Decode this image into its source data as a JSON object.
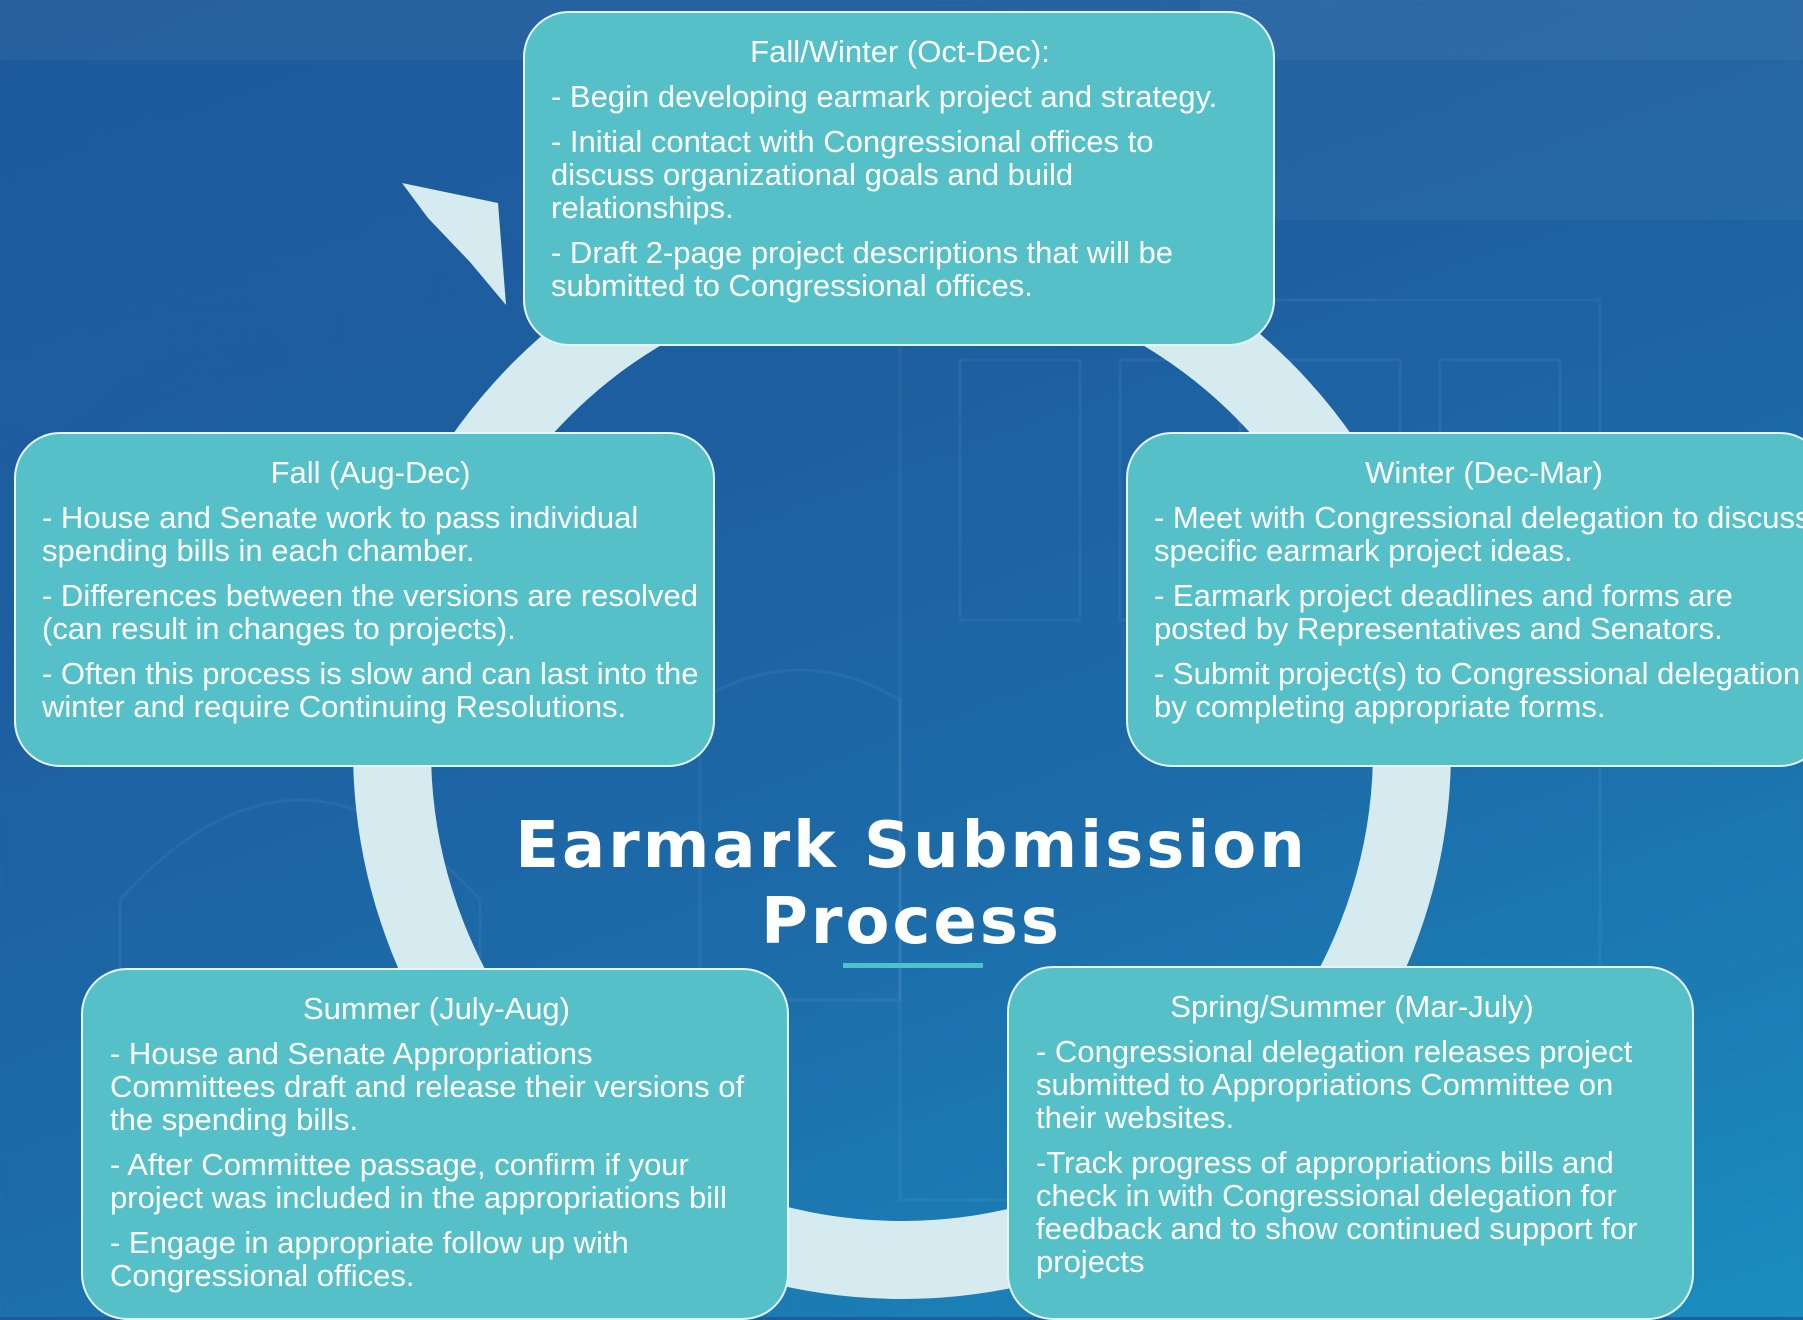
{
  "title": {
    "line1": "Earmark Submission",
    "line2": "Process"
  },
  "colors": {
    "background": "#1e5a9c",
    "card": "#56c0c9",
    "ring": "#d6ebef",
    "accent_underline": "#4cc3cc"
  },
  "stages": {
    "fall_winter": {
      "heading": "Fall/Winter (Oct-Dec):",
      "bullets": [
        "- Begin developing earmark project and strategy.",
        "- Initial contact with Congressional offices to discuss organizational goals and build relationships.",
        "- Draft 2-page project descriptions that will be submitted to Congressional offices."
      ]
    },
    "winter": {
      "heading": "Winter (Dec-Mar)",
      "bullets": [
        "- Meet with Congressional delegation to discuss specific earmark project ideas.",
        "- Earmark project deadlines and forms are posted by Representatives and Senators.",
        "- Submit project(s) to Congressional delegation by completing appropriate forms."
      ]
    },
    "spring_summer": {
      "heading": "Spring/Summer (Mar-July)",
      "bullets": [
        "- Congressional delegation releases project submitted to Appropriations Committee on their websites.",
        "-Track progress of appropriations bills and check in with Congressional delegation for feedback and to show continued support for projects"
      ]
    },
    "summer": {
      "heading": "Summer (July-Aug)",
      "bullets": [
        "- House and Senate Appropriations Committees draft and release their versions of the spending bills.",
        "- After Committee passage, confirm if your project was included in the appropriations bill",
        "- Engage in appropriate follow up with Congressional offices."
      ]
    },
    "fall": {
      "heading": "Fall (Aug-Dec)",
      "bullets": [
        "- House and Senate work to pass individual spending bills in each chamber.",
        "- Differences between the versions are resolved (can result in changes to projects).",
        "- Often this process is slow and can last into the winter and require Continuing Resolutions."
      ]
    }
  }
}
